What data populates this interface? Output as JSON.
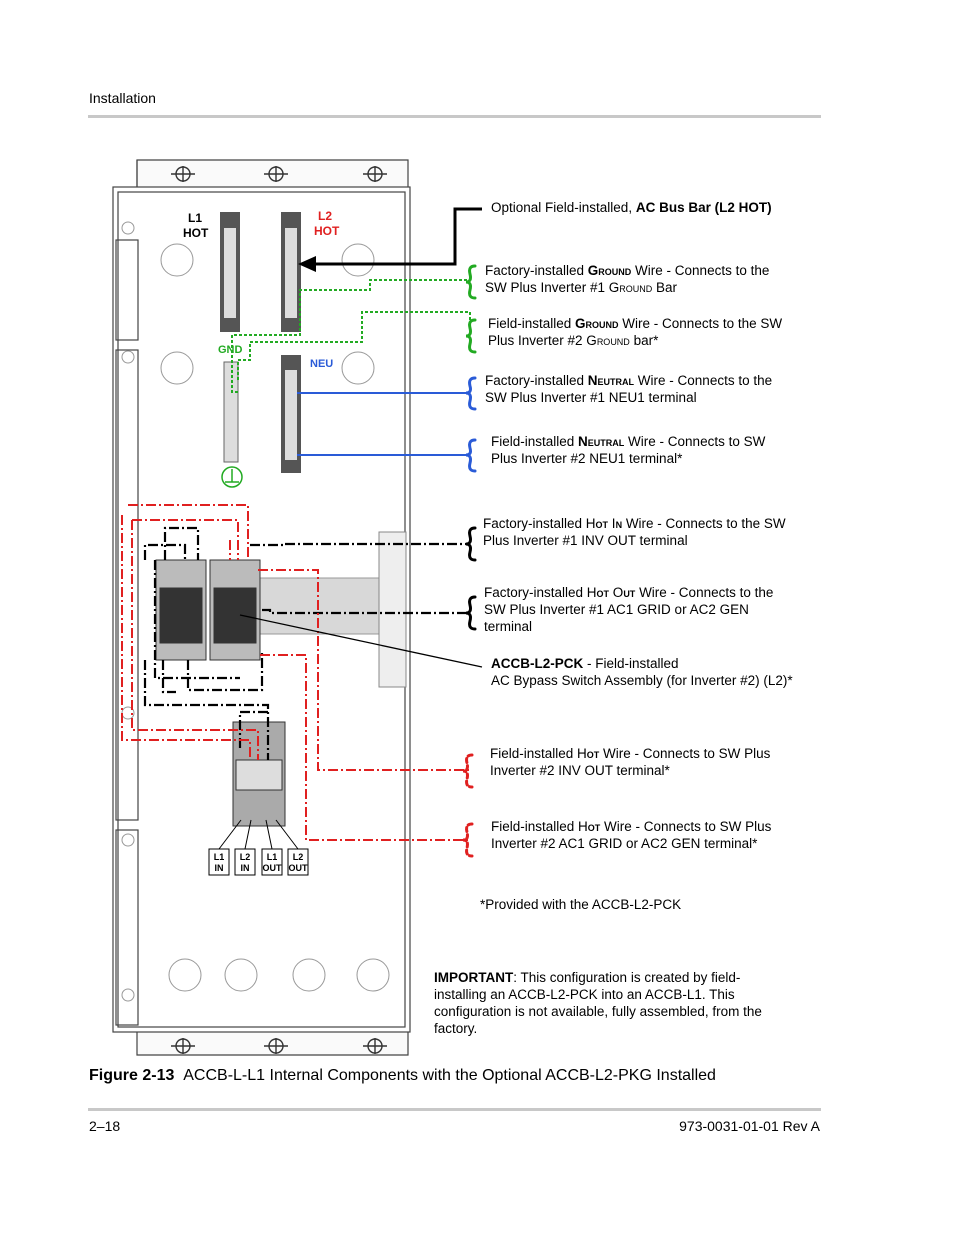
{
  "header": {
    "section": "Installation"
  },
  "figure": {
    "labels": {
      "l1_hot": [
        "L1",
        "HOT"
      ],
      "l2_hot": [
        "L2",
        "HOT"
      ],
      "gnd": "GND",
      "neu": "NEU",
      "breaker_tags": [
        "L1 IN",
        "L2 IN",
        "L1 OUT",
        "L2 OUT"
      ]
    },
    "callouts": {
      "busbar": {
        "pre": "Optional Field-installed, ",
        "bold": "AC Bus Bar (L2 H",
        "sc": "OT",
        "post": ")"
      },
      "gnd1": {
        "line1_pre": "Factory-installed ",
        "line1_sc": "Ground",
        "line1_post": " Wire - Connects to the",
        "line2_pre": "SW Plus Inverter #1 G",
        "line2_sc": "round",
        "line2_post": " Bar"
      },
      "gnd2": {
        "line1_pre": "Field-installed ",
        "line1_sc": "Ground",
        "line1_post": " Wire - Connects to the SW",
        "line2_pre": "Plus Inverter #2 G",
        "line2_sc": "round",
        "line2_post": " bar*"
      },
      "neu1": {
        "line1_pre": "Factory-installed ",
        "line1_sc": "Neutral",
        "line1_post": " Wire - Connects to the",
        "line2": "SW Plus Inverter #1 NEU1 terminal"
      },
      "neu2": {
        "line1_pre": "Field-installed ",
        "line1_sc": "Neutral",
        "line1_post": " Wire - Connects to SW",
        "line2": "Plus Inverter #2 NEU1 terminal*"
      },
      "hotin1": {
        "line1_pre": "Factory-installed H",
        "line1_sc": "ot",
        "line1_mid": " I",
        "line1_sc2": "n",
        "line1_post": " Wire - Connects to the SW",
        "line2": "Plus Inverter #1 INV OUT terminal"
      },
      "hotout1": {
        "line1_pre": "Factory-installed H",
        "line1_sc": "ot",
        "line1_mid": " O",
        "line1_sc2": "ut",
        "line1_post": " Wire - Connects to the",
        "line2": "SW Plus Inverter #1 AC1 GRID or AC2 GEN",
        "line3": "terminal"
      },
      "pck": {
        "bold": "ACCB-L2-PCK",
        "post": " - Field-installed",
        "line2": "AC Bypass Switch Assembly (for Inverter #2) (L2)*"
      },
      "hot2inv": {
        "line1_pre": "Field-installed H",
        "line1_sc": "ot",
        "line1_post": " Wire - Connects to SW Plus",
        "line2": "Inverter #2 INV OUT terminal*"
      },
      "hot2grid": {
        "line1_pre": "Field-installed H",
        "line1_sc": "ot",
        "line1_post": " Wire - Connects to SW Plus",
        "line2": "Inverter #2 AC1 GRID or AC2 GEN terminal*"
      },
      "provided": "*Provided with the ACCB-L2-PCK",
      "important": {
        "bold": "IMPORTANT",
        "line1": ": This configuration is created by field-",
        "line2": "installing an ACCB-L2-PCK into an ACCB-L1. This",
        "line3": "configuration is not available, fully assembled, from the",
        "line4": "factory."
      }
    },
    "colors": {
      "ground": "#22aa22",
      "neutral": "#2a5bd7",
      "hot2": "#e02020",
      "black": "#000000"
    }
  },
  "caption": {
    "number": "Figure 2-13",
    "text": "ACCB-L-L1 Internal Components with the Optional ACCB-L2-PKG Installed"
  },
  "footer": {
    "page": "2–18",
    "doc": "973-0031-01-01 Rev A"
  }
}
